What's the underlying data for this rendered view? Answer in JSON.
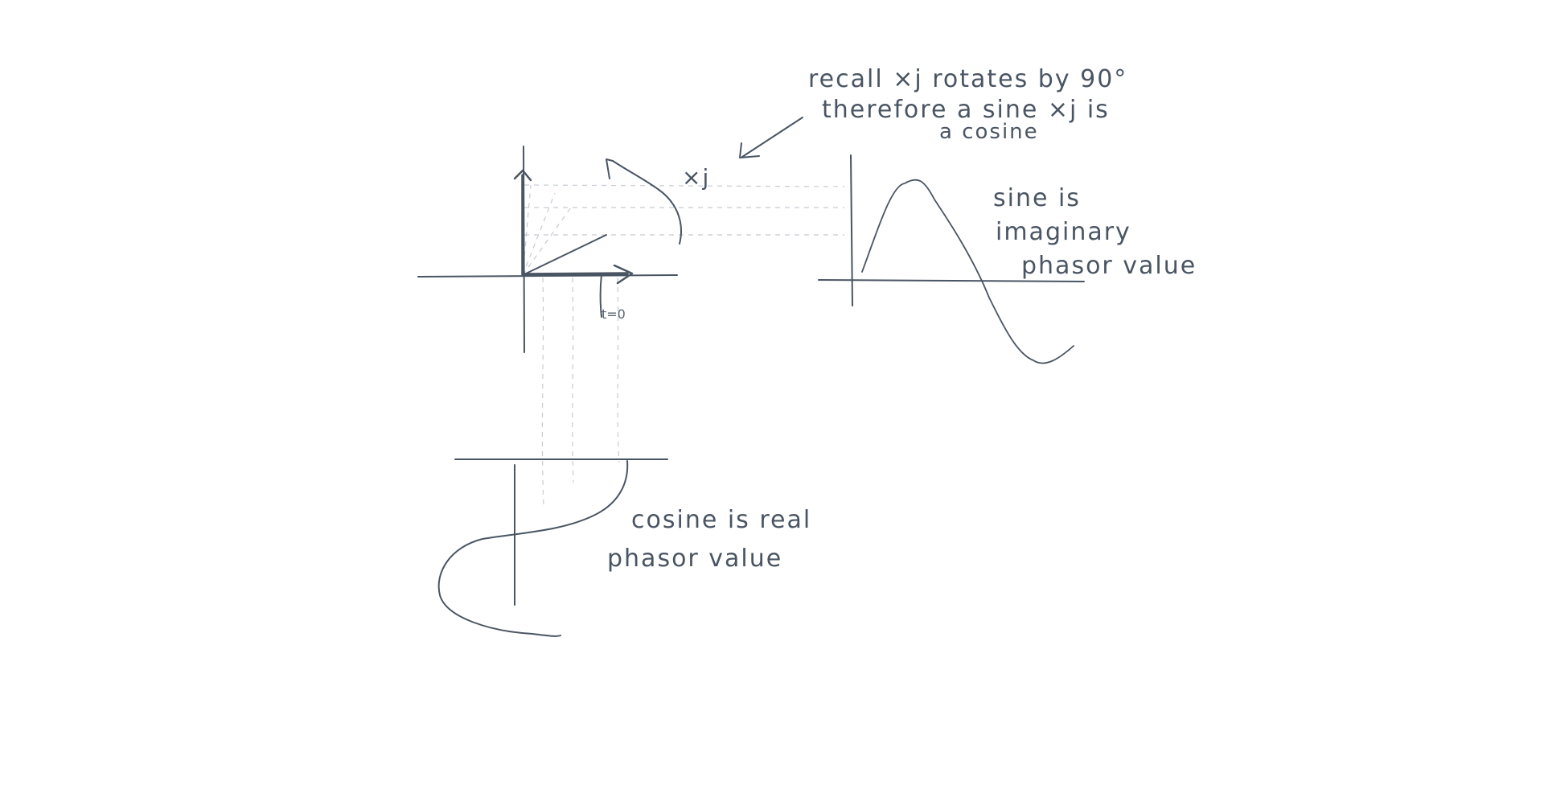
{
  "notes": {
    "rotation_line1": "recall ×j rotates by 90°",
    "rotation_line2": "therefore a sine ×j is",
    "rotation_line3": "a cosine",
    "xj_label": "×j",
    "t0_label": "t=0",
    "sine_line1": "sine is",
    "sine_line2": "imaginary",
    "sine_line3": "phasor value",
    "cosine_line1": "cosine is real",
    "cosine_line2": "phasor value"
  },
  "colors": {
    "ink": "#4a5563",
    "guide": "#c6cbd1",
    "background": "#ffffff"
  }
}
